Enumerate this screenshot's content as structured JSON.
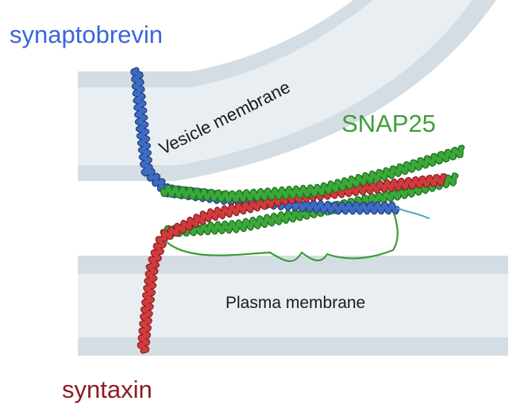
{
  "labels": {
    "synaptobrevin": "synaptobrevin",
    "snap25": "SNAP25",
    "syntaxin": "syntaxin",
    "vesicle_membrane": "Vesicle membrane",
    "plasma_membrane": "Plasma membrane"
  },
  "colors": {
    "synaptobrevin": "#3a66d8",
    "snap25": "#3f9e3a",
    "syntaxin": "#8c1c24",
    "membrane_inner": "#e9eef2",
    "membrane_outer": "#d4dde3",
    "syntaxin_helix": "#cc3434",
    "synaptobrevin_helix": "#3d6cc2"
  }
}
